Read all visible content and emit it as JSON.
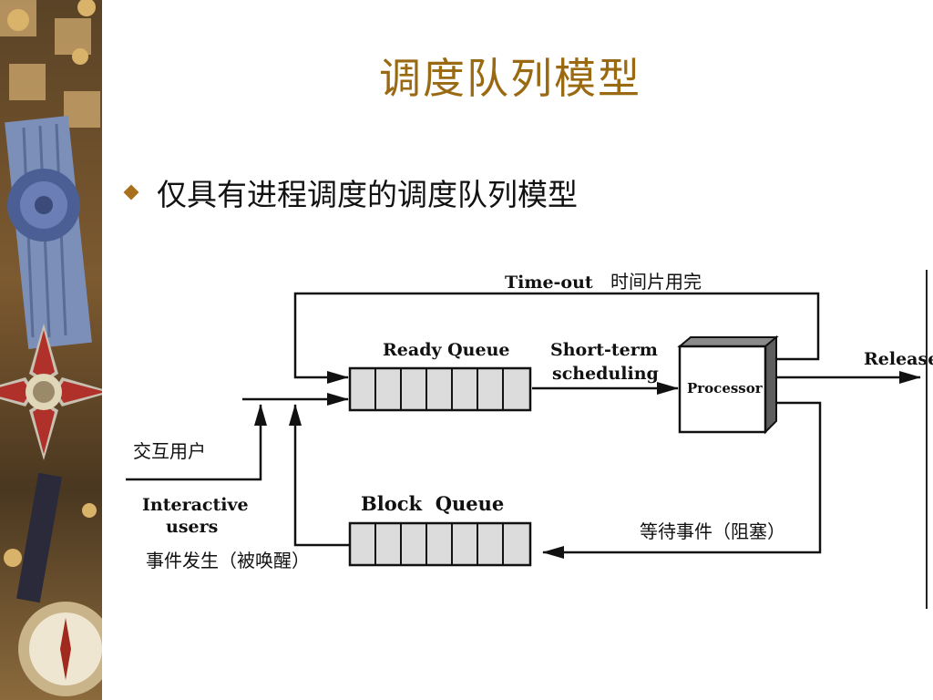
{
  "slide": {
    "title": "调度队列模型",
    "bullet": "仅具有进程调度的调度队列模型"
  },
  "colors": {
    "title": "#9a6a12",
    "bullet_marker": "#a8701c",
    "queue_fill": "#dcdcdc",
    "processor_fill": "#ffffff",
    "processor_shade": "#777777"
  },
  "icons": {
    "bullet_marker": "diamond-bullet-icon",
    "decoration": "medal-and-compass-collage"
  },
  "diagram": {
    "time_out_label": "Time-out",
    "time_out_zh": "时间片用完",
    "ready_queue_label": "Ready Queue",
    "short_term_label_line1": "Short-term",
    "short_term_label_line2": "scheduling",
    "processor_label": "Processor",
    "release_label": "Release",
    "interactive_zh": "交互用户",
    "interactive_label_line1": "Interactive",
    "interactive_label_line2": "users",
    "block_queue_label": "Block  Queue",
    "wait_event_zh": "等待事件（阻塞）",
    "event_occurs_zh": "事件发生（被唤醒）",
    "ready_queue_cells": 7,
    "block_queue_cells": 7
  }
}
